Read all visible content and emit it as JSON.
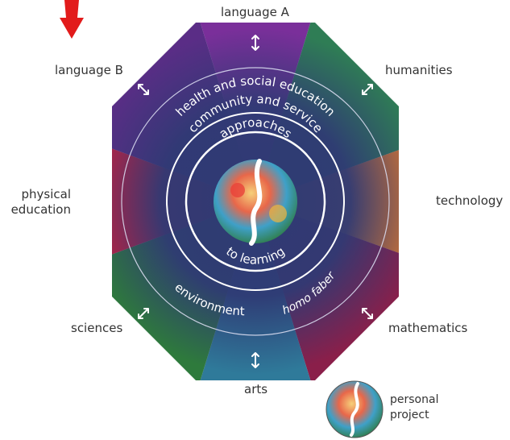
{
  "subjects": {
    "language_a": "language A",
    "language_b": "language B",
    "humanities": "humanities",
    "physical_education_line1": "physical",
    "physical_education_line2": "education",
    "technology": "technology",
    "sciences": "sciences",
    "mathematics": "mathematics",
    "arts": "arts"
  },
  "areas_of_interaction": {
    "health_social": "health and social education",
    "community_service": "community and service",
    "environment": "environment",
    "homo_faber": "homo faber",
    "approaches_top": "approaches",
    "approaches_bottom": "to learning"
  },
  "personal_project": {
    "line1": "personal",
    "line2": "project"
  },
  "colors": {
    "background": "#ffffff",
    "center": "#2f3a74",
    "language_a": "#7a2f9a",
    "language_b": "#5a2d86",
    "humanities": "#2f7d55",
    "technology": "#e07a2e",
    "mathematics": "#8a1f4a",
    "arts": "#2f7a9a",
    "sciences": "#2e7a3c",
    "physical_education": "#c81e3c",
    "arrow_marker": "#e21b1b"
  },
  "icons": [
    "double-arrow-icon",
    "globe-icon",
    "red-pointer-arrow-icon"
  ]
}
